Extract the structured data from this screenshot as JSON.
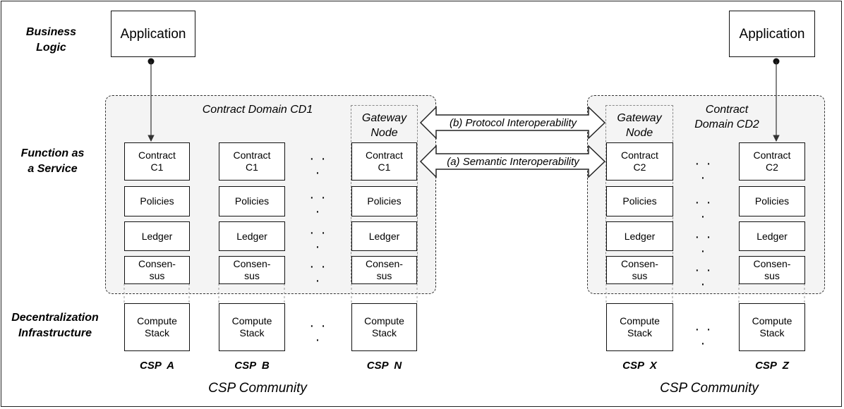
{
  "layers": {
    "business_logic": "Business\nLogic",
    "faas": "Function as\na Service",
    "infra": "Decentralization\nInfrastructure"
  },
  "application_label": "Application",
  "domain1": {
    "title": "Contract Domain CD1"
  },
  "domain2": {
    "title": "Contract\nDomain CD2"
  },
  "gateway_label": "Gateway\nNode",
  "contract_c1": "Contract\nC1",
  "contract_c2": "Contract\nC2",
  "policies": "Policies",
  "ledger": "Ledger",
  "consensus": "Consen-\nsus",
  "compute": "Compute\nStack",
  "ellipsis": "· · ·",
  "interop": {
    "protocol": "(b) Protocol Interoperability",
    "semantic": "(a) Semantic Interoperability"
  },
  "csps": [
    "CSP  A",
    "CSP  B",
    "CSP  N",
    "CSP  X",
    "CSP  Z"
  ],
  "community_label": "CSP Community"
}
